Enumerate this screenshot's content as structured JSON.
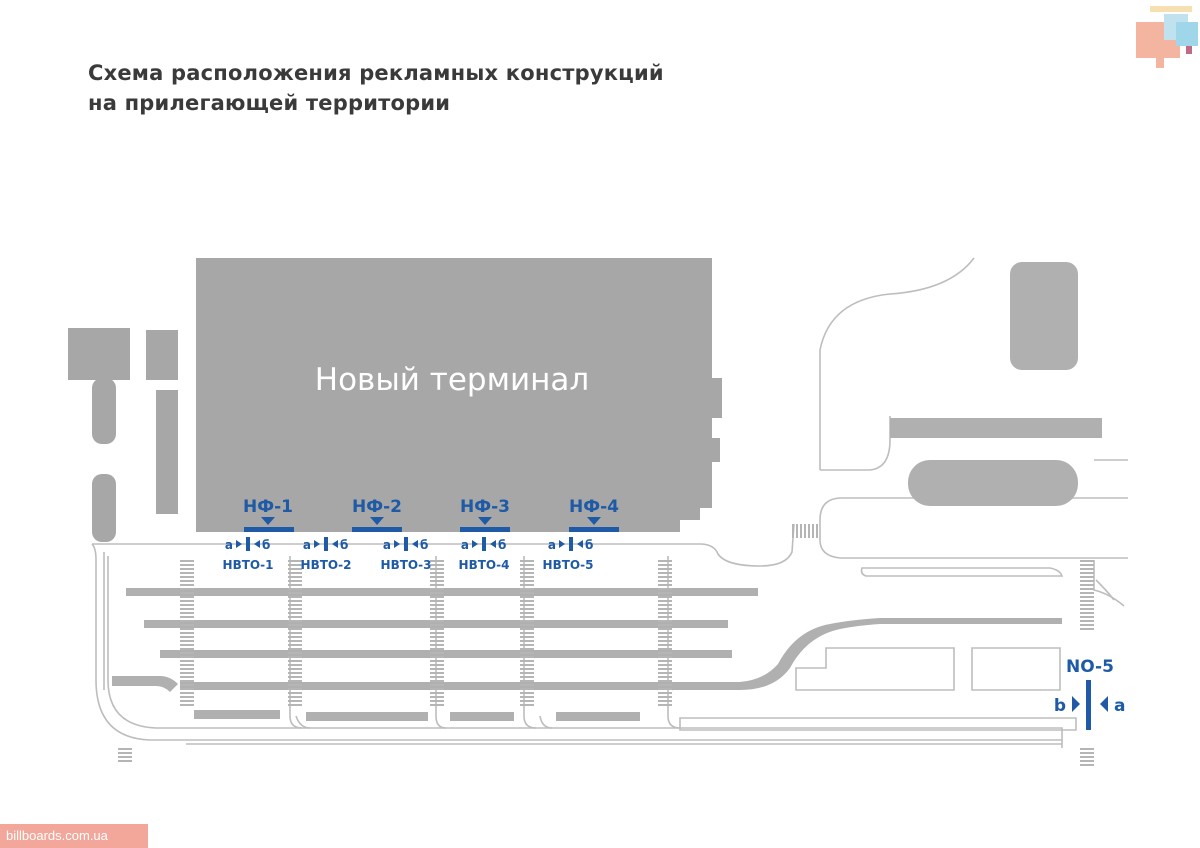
{
  "title": {
    "line1": "Схема расположения рекламных конструкций",
    "line2": "на прилегающей территории"
  },
  "terminal": {
    "label": "Новый терминал"
  },
  "facade_signs": [
    {
      "label": "НФ-1"
    },
    {
      "label": "НФ-2"
    },
    {
      "label": "НФ-3"
    },
    {
      "label": "НФ-4"
    }
  ],
  "road_signs": [
    {
      "label": "НВТО-1",
      "side_a": "а",
      "side_b": "б"
    },
    {
      "label": "НВТО-2",
      "side_a": "а",
      "side_b": "б"
    },
    {
      "label": "НВТО-3",
      "side_a": "а",
      "side_b": "б"
    },
    {
      "label": "НВТО-4",
      "side_a": "а",
      "side_b": "б"
    },
    {
      "label": "НВТО-5",
      "side_a": "а",
      "side_b": "б"
    }
  ],
  "no5": {
    "label": "NO-5",
    "side_b": "b",
    "side_a": "a"
  },
  "footer": {
    "site": "billboards.com.ua"
  },
  "colors": {
    "accent": "#1e5aa6",
    "building": "#a7a7a7",
    "road_line": "#bdbdbd",
    "footer_bg": "#f2a79a"
  }
}
